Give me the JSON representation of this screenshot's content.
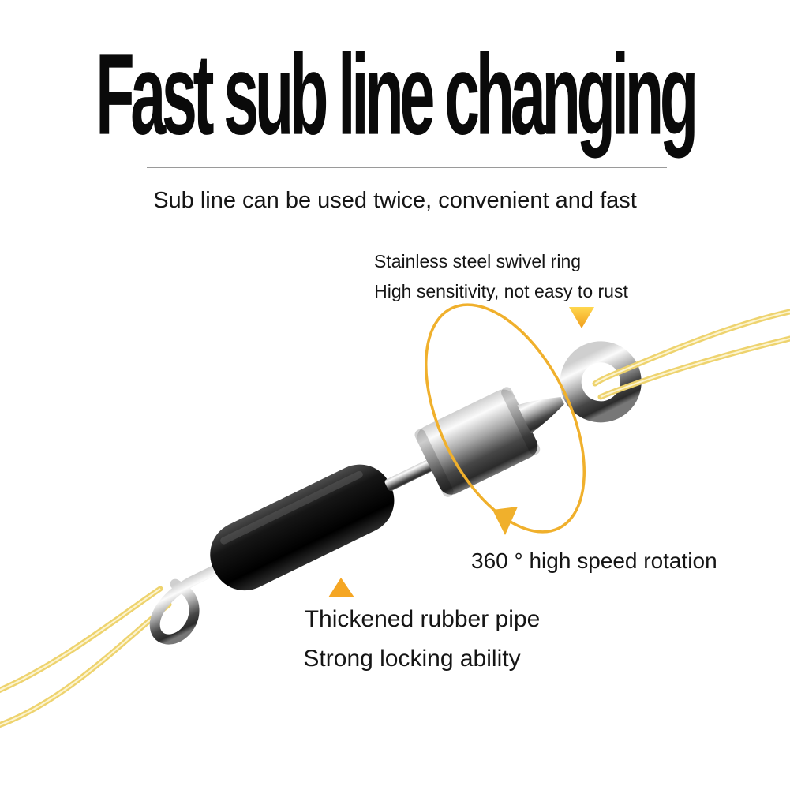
{
  "header": {
    "title": "Fast sub line changing",
    "subtitle": "Sub line can be used twice, convenient and fast"
  },
  "callouts": {
    "swivel_ring": {
      "line1": "Stainless steel swivel ring",
      "line2": "High sensitivity, not easy to rust"
    },
    "rotation": {
      "label": "360 ° high speed rotation"
    },
    "rubber_pipe": {
      "line1": "Thickened rubber pipe",
      "line2": "Strong locking ability"
    }
  },
  "icons": {
    "down_pointer": "▼",
    "up_pointer": "▲",
    "rotation_arrow": "elliptical-rotation-arrow"
  },
  "colors": {
    "background": "#ffffff",
    "text": "#151515",
    "divider": "#9a9a9a",
    "line_yellow": "#eed36e",
    "line_core": "#fcf4cf",
    "arrow_yellow": "#f0b02c",
    "pointer_orange": "#f5a623"
  }
}
